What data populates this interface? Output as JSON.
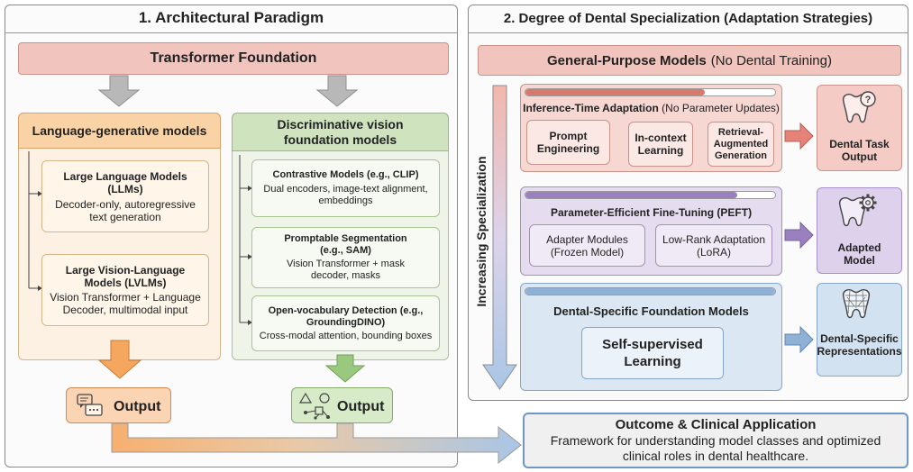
{
  "left": {
    "title": "1. Architectural Paradigm",
    "foundation": "Transformer Foundation",
    "lang_col": {
      "header": "Language-generative models",
      "llm_title": "Large Language Models (LLMs)",
      "llm_desc": "Decoder-only, autoregressive text generation",
      "lvlm_title": "Large Vision-Language Models (LVLMs)",
      "lvlm_desc": "Vision Transformer + Language Decoder, multimodal input",
      "output": "Output"
    },
    "vision_col": {
      "header": "Discriminative vision foundation models",
      "clip_title": "Contrastive Models (e.g., CLIP)",
      "clip_desc": "Dual encoders, image-text alignment, embeddings",
      "sam_title": "Promptable Segmentation (e.g., SAM)",
      "sam_desc": "Vision Transformer + mask decoder, masks",
      "dino_title": "Open-vocabulary Detection (e.g., GroundingDINO)",
      "dino_desc": "Cross-modal attention, bounding boxes",
      "output": "Output"
    }
  },
  "right": {
    "title": "2. Degree of Dental Specialization (Adaptation Strategies)",
    "general_bold": "General-Purpose Models",
    "general_rest": "(No Dental Training)",
    "axis_label": "Increasing Specialization",
    "inference": {
      "title_bold": "Inference-Time Adaptation",
      "title_rest": "(No Parameter Updates)",
      "items": [
        "Prompt Engineering",
        "In-context Learning",
        "Retrieval-Augmented Generation"
      ],
      "progress": 0.72,
      "output": "Dental Task Output"
    },
    "peft": {
      "title": "Parameter-Efficient Fine-Tuning (PEFT)",
      "item1_title": "Adapter Modules",
      "item1_sub": "(Frozen Model)",
      "item2_title": "Low-Rank Adaptation",
      "item2_sub": "(LoRA)",
      "progress": 0.85,
      "output": "Adapted Model"
    },
    "dental": {
      "title": "Dental-Specific Foundation Models",
      "item": "Self-supervised Learning",
      "progress": 1.0,
      "output": "Dental-Specific Representations"
    }
  },
  "outcome": {
    "title": "Outcome & Clinical Application",
    "desc": "Framework for understanding model classes and optimized clinical roles in dental healthcare."
  },
  "colors": {
    "red_fill": "#f2c3bd",
    "orange_fill": "#fbe0c2",
    "green_fill": "#dcebd0",
    "purple_fill": "#e3d9ee",
    "blue_fill": "#d9e6f3"
  }
}
